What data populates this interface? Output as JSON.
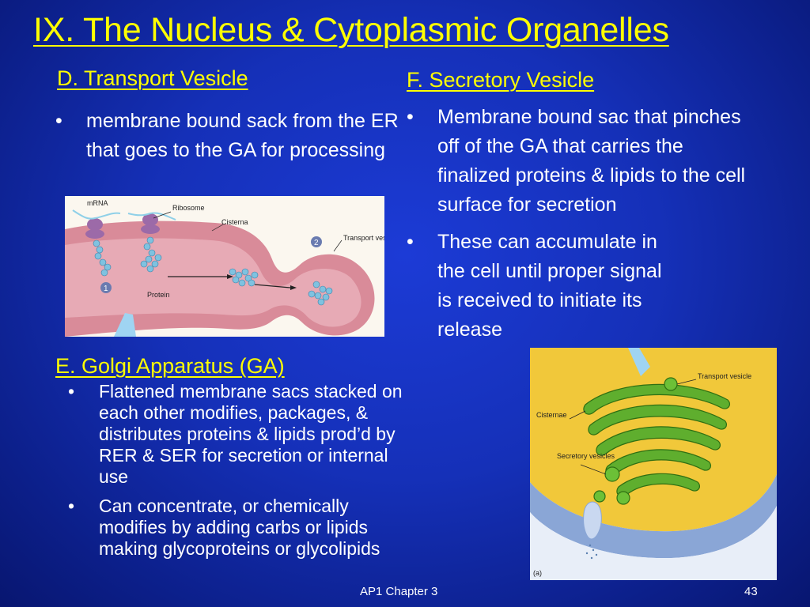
{
  "slide": {
    "title": "IX. The Nucleus & Cytoplasmic Organelles",
    "colors": {
      "background": "#1530b8",
      "heading": "#ffff00",
      "body_text": "#ffffff"
    }
  },
  "section_d": {
    "heading": "D. Transport Vesicle",
    "bullets": [
      "membrane bound sack from the ER that goes to the GA for processing"
    ]
  },
  "section_e": {
    "heading": "E. Golgi Apparatus (GA)",
    "bullets": [
      "Flattened membrane sacs stacked on each other modifies, packages, & distributes proteins & lipids prod’d by RER & SER for secretion or internal use",
      "Can concentrate, or chemically modifies by adding carbs or lipids making glycoproteins or glycolipids"
    ]
  },
  "section_f": {
    "heading": "F. Secretory Vesicle",
    "bullets": [
      "Membrane bound sac that pinches off of the GA that carries the finalized proteins & lipids to the cell surface for secretion",
      "These can accumulate in the cell until proper signal is received to initiate its release"
    ]
  },
  "figure_er": {
    "labels": {
      "mrna": "mRNA",
      "ribosome": "Ribosome",
      "cisterna": "Cisterna",
      "transport_vesicle": "Transport vesicle",
      "protein": "Protein",
      "step1": "1",
      "step2": "2"
    }
  },
  "figure_golgi": {
    "labels": {
      "transport_vesicle": "Transport vesicle",
      "cisternae": "Cisternae",
      "secretory_vesicles": "Secretory vesicles",
      "panel": "(a)"
    }
  },
  "footer": {
    "course": "AP1 Chapter 3",
    "page_number": "43"
  },
  "bullet_char": "•"
}
